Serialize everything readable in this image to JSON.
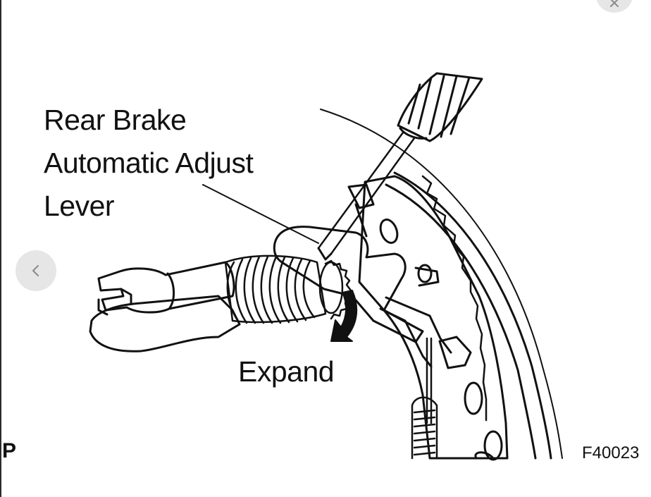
{
  "diagram": {
    "part_label_lines": [
      "Rear Brake",
      "Automatic Adjust",
      "Lever"
    ],
    "direction_label": "Expand",
    "corner_letter": "P",
    "figure_code": "F40023"
  },
  "viewer": {
    "prev_icon": "chevron-left-icon",
    "close_icon": "close-icon"
  },
  "colors": {
    "ink": "#111111",
    "nav_button_bg": "#e2e2e2",
    "nav_icon": "#8a8a8a"
  }
}
